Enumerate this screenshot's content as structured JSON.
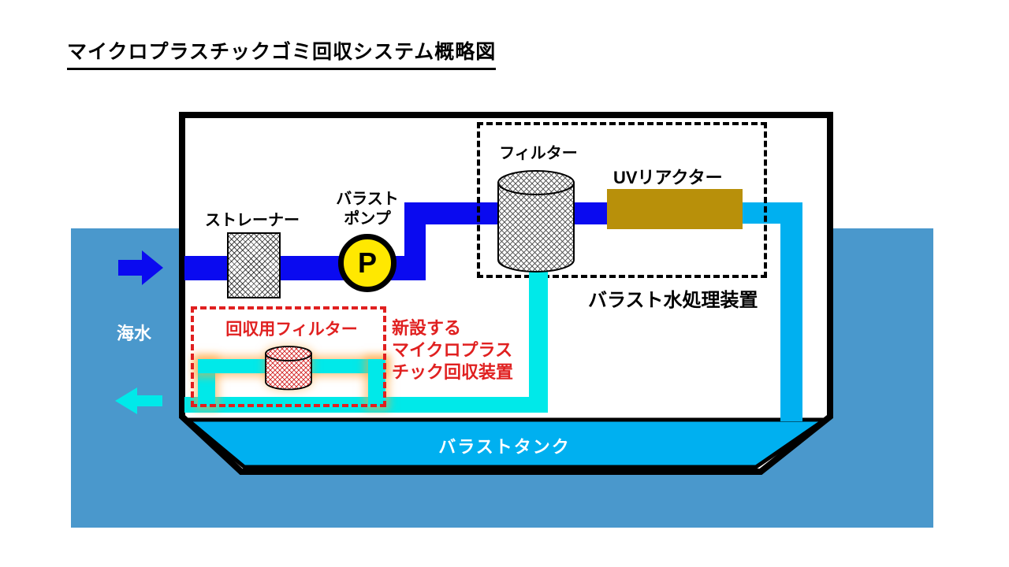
{
  "title": "マイクロプラスチックゴミ回収システム概略図",
  "labels": {
    "strainer": "ストレーナー",
    "pump_line1": "バラスト",
    "pump_line2": "ポンプ",
    "pump_symbol": "P",
    "filter": "フィルター",
    "uv_reactor": "UVリアクター",
    "treatment_unit": "バラスト水処理装置",
    "recovery_filter": "回収用フィルター",
    "new_device_line1": "新設する",
    "new_device_line2": "マイクロプラス",
    "new_device_line3": "チック回収装置",
    "seawater": "海水",
    "ballast_tank": "バラストタンク"
  },
  "colors": {
    "sea": "#4A98CC",
    "tank": "#00B0F0",
    "cyan": "#00E9E9",
    "blue": "#0A0AF0",
    "gold": "#B8900A",
    "yellow": "#FFE800",
    "red": "#E02020",
    "glow": "rgba(255,165,60,0.55)"
  }
}
